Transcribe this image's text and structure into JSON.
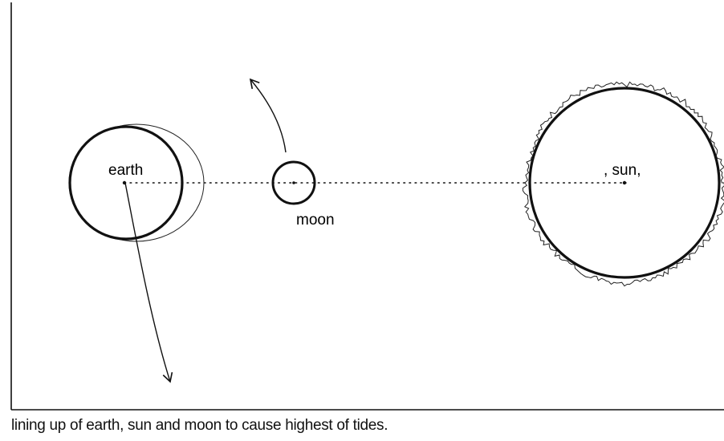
{
  "diagram": {
    "labels": {
      "earth": "earth",
      "moon": "moon",
      "sun": ", sun,"
    }
  },
  "caption": "lining up of earth, sun and moon to cause highest of tides."
}
